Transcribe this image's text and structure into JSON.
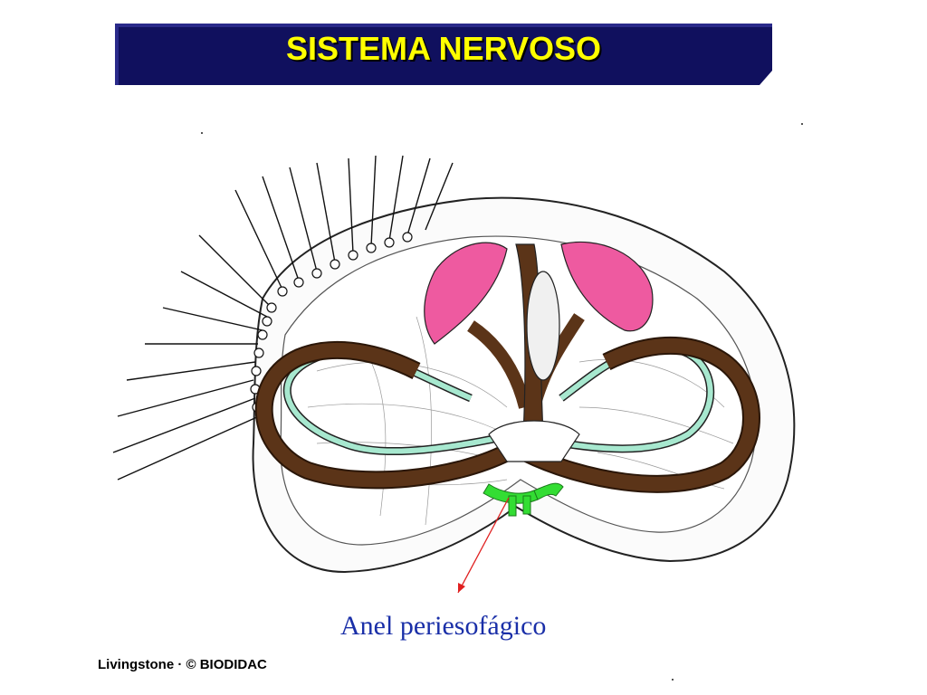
{
  "title": "SISTEMA NERVOSO",
  "label": "Anel periesofágico",
  "credit": "Livingstone · © BIODIDAC",
  "colors": {
    "banner": "#10105e",
    "title_text": "#ffff00",
    "label_text": "#1a2fa8",
    "nerve_brown": "#5b3418",
    "nerve_cord_mint": "#a7e8cf",
    "gonad_pink": "#ee5aa0",
    "nerve_ring_green": "#33dd33",
    "pointer_red": "#e02020"
  }
}
